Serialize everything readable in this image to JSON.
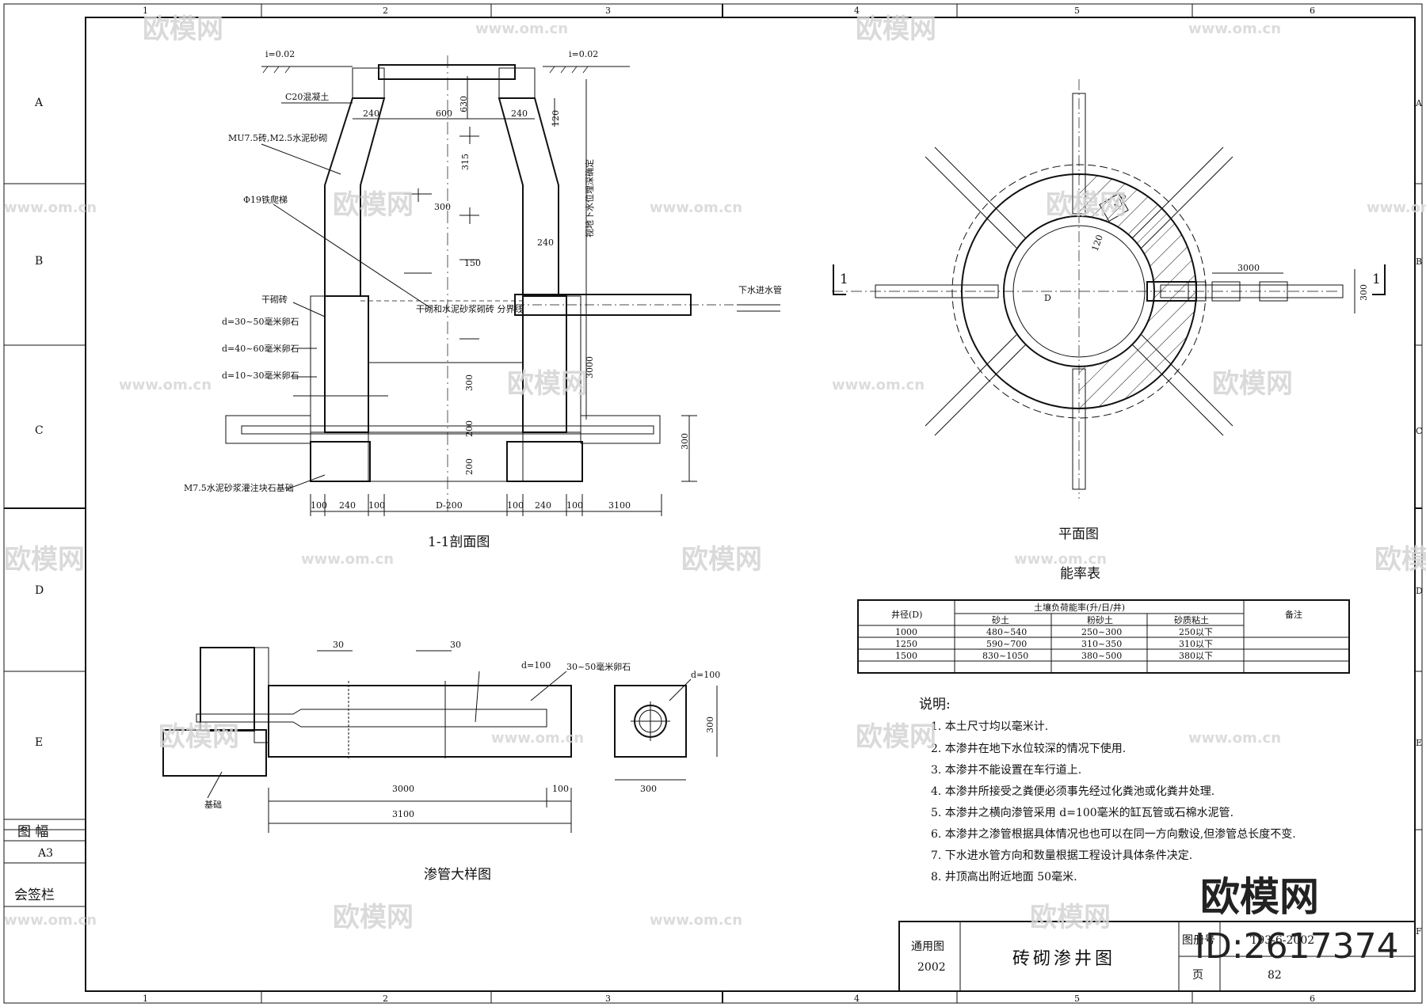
{
  "frame": {
    "col_labels": [
      "1",
      "2",
      "3",
      "4",
      "5",
      "6"
    ],
    "row_labels": [
      "A",
      "B",
      "C",
      "D",
      "E",
      "F"
    ],
    "sheet_size_label": "图 幅",
    "sheet_size_value": "A3",
    "signature_label": "会签栏"
  },
  "section": {
    "title": "1-1剖面图",
    "slope_left": "i=0.02",
    "slope_right": "i=0.02",
    "label_c20": "C20混凝土",
    "label_wall": "MU7.5砖,M2.5水泥砂砌",
    "label_ladder": "Φ19铁爬梯",
    "label_dry_brick": "干砌砖",
    "label_stone1": "d=30~50毫米卵石",
    "label_stone2": "d=40~60毫米卵石",
    "label_stone3": "d=10~30毫米卵石",
    "label_base": "M7.5水泥砂浆灌注块石基础",
    "label_divide": "干砌和水泥砂浆砌砖 分界线",
    "label_inlet": "下水进水管",
    "label_vertical": "视地下水位埋深确定",
    "dims_top": [
      "240",
      "600",
      "240",
      "630",
      "120",
      "315",
      "300",
      "240",
      "150",
      "3000",
      "300",
      "200",
      "200"
    ],
    "dims_bottom": [
      "100",
      "240",
      "100",
      "D-200",
      "100",
      "240",
      "100",
      "3100"
    ],
    "dim_300": "300"
  },
  "plan": {
    "title": "平面图",
    "section_mark": "1",
    "dim_3000": "3000",
    "dim_300": "300",
    "dim_120a": "120",
    "dim_120b": "120",
    "dim_D": "D"
  },
  "pipe_detail": {
    "title": "渗管大样图",
    "label_d100a": "d=100",
    "label_d100b": "d=100",
    "label_stone": "30~50毫米卵石",
    "label_base": "基础",
    "dim_30a": "30",
    "dim_30b": "30",
    "dim_3000": "3000",
    "dim_100": "100",
    "dim_3100": "3100",
    "dim_300a": "300",
    "dim_300b": "300"
  },
  "capacity_table": {
    "title": "能率表",
    "col_diameter": "井径(D)",
    "col_group": "土壤负荷能率(升/日/井)",
    "col_sand": "砂土",
    "col_silt": "粉砂土",
    "col_clay": "砂质粘土",
    "col_note": "备注",
    "rows": [
      {
        "d": "1000",
        "sand": "480~540",
        "silt": "250~300",
        "clay": "250以下"
      },
      {
        "d": "1250",
        "sand": "590~700",
        "silt": "310~350",
        "clay": "310以下"
      },
      {
        "d": "1500",
        "sand": "830~1050",
        "silt": "380~500",
        "clay": "380以下"
      }
    ]
  },
  "notes": {
    "heading": "说明:",
    "items": [
      "1. 本土尺寸均以毫米计.",
      "2. 本渗井在地下水位较深的情况下使用.",
      "3. 本渗井不能设置在车行道上.",
      "4. 本渗井所接受之粪便必须事先经过化粪池或化粪井处理.",
      "5. 本渗井之横向渗管采用 d=100毫米的缸瓦管或石棉水泥管.",
      "6. 本渗井之渗管根据具体情况也也可以在同一方向敷设,但渗管总长度不变.",
      "7. 下水进水管方向和数量根据工程设计具体条件决定.",
      "8. 井顶高出附近地面 50毫米."
    ]
  },
  "title_block": {
    "general_label": "通用图",
    "year": "2002",
    "drawing_title": "砖砌渗井图",
    "atlas_label": "图册号",
    "atlas_no": "T93-6-2002",
    "page_label": "页",
    "page_no": "82"
  },
  "watermark": {
    "brand": "欧模网",
    "url": "www.om.cn",
    "id_text": "ID:2617374"
  }
}
